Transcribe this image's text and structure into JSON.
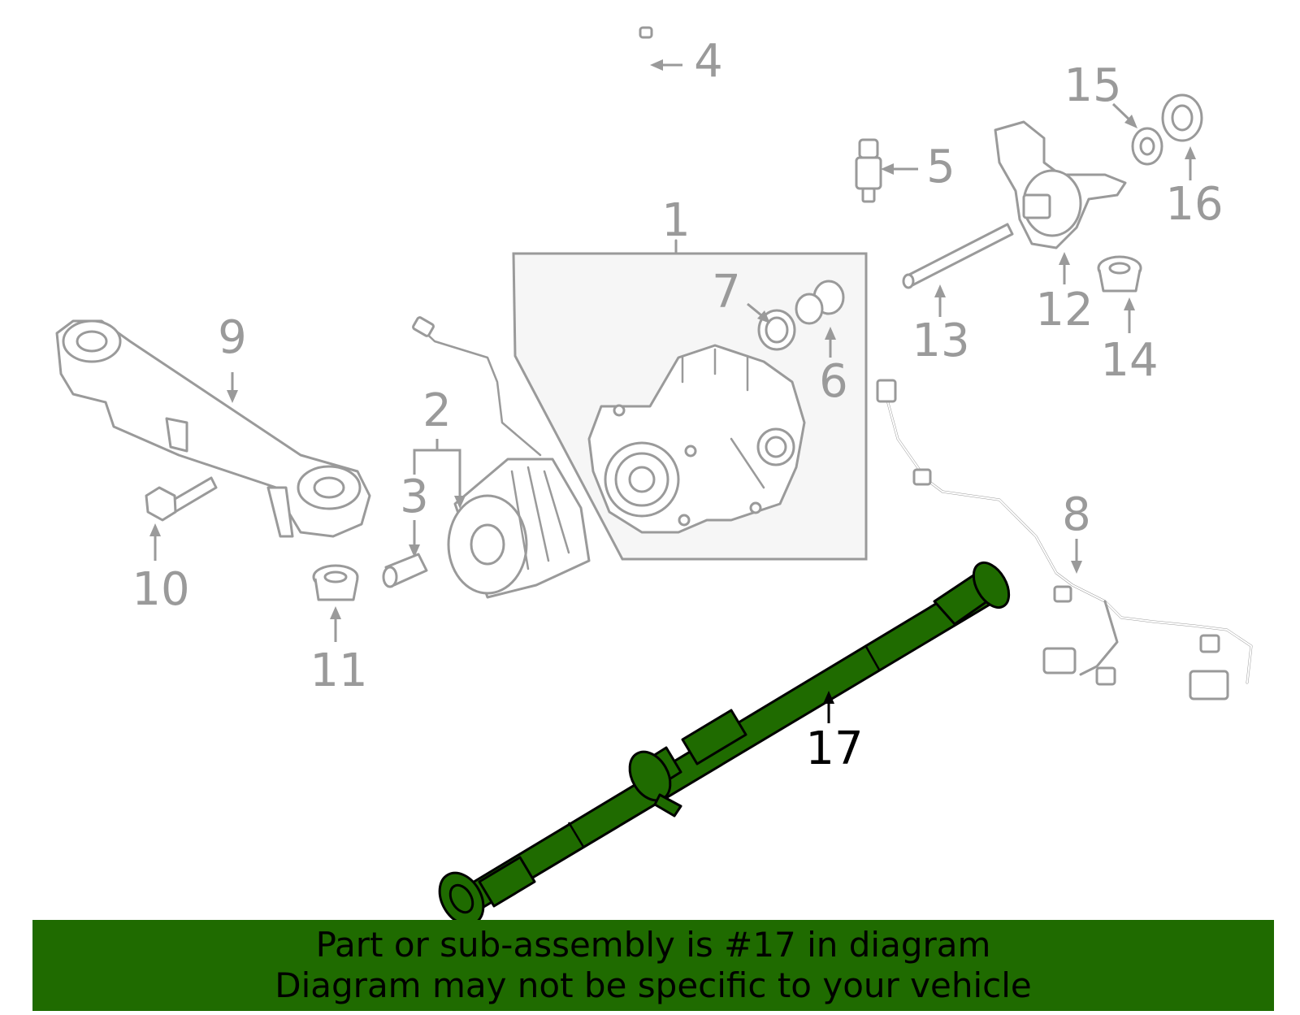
{
  "callouts": {
    "c1": "1",
    "c2": "2",
    "c3": "3",
    "c4": "4",
    "c5": "5",
    "c6": "6",
    "c7": "7",
    "c8": "8",
    "c9": "9",
    "c10": "10",
    "c11": "11",
    "c12": "12",
    "c13": "13",
    "c14": "14",
    "c15": "15",
    "c16": "16",
    "c17": "17"
  },
  "highlighted_part": "17",
  "colors": {
    "highlight": "#1f6b00",
    "line_art": "#9a9a9a",
    "text_active": "#000000"
  },
  "banner": {
    "line1": "Part or sub-assembly is #17 in diagram",
    "line2": "Diagram may not be specific to your vehicle"
  }
}
